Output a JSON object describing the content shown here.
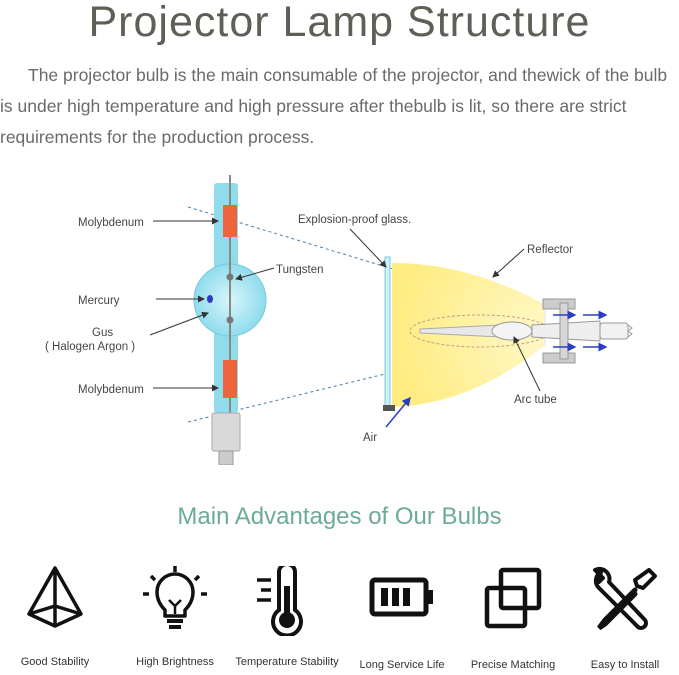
{
  "page": {
    "title": "Projector Lamp Structure",
    "intro": "The projector bulb is the main consumable of the projector, and thewick of the bulb is under high temperature and high pressure after thebulb is lit, so there are strict requirements for the production process."
  },
  "diagram": {
    "labels": {
      "molybdenum_top": "Molybdenum",
      "mercury": "Mercury",
      "gus": "Gus",
      "halogen_argon": "( Halogen  Argon )",
      "molybdenum_bottom": "Molybdenum",
      "tungsten": "Tungsten",
      "explosion_proof_glass": "Explosion-proof glass.",
      "reflector": "Reflector",
      "arc_tube": "Arc  tube",
      "air": "Air"
    },
    "colors": {
      "tube_blue": "#8fdcec",
      "electrode_red": "#f0643c",
      "reflector_yellow": "#fff19a",
      "mercury_dot": "#2a3fbf",
      "arrow_blue": "#2a3fbf"
    }
  },
  "advantages": {
    "title": "Main Advantages of Our Bulbs",
    "items": [
      {
        "label": "Good Stability",
        "icon": "pyramid-icon"
      },
      {
        "label": "High Brightness",
        "icon": "lightbulb-icon"
      },
      {
        "label": "Temperature Stability",
        "icon": "thermometer-icon"
      },
      {
        "label": "Long Service Life",
        "icon": "battery-icon"
      },
      {
        "label": "Precise Matching",
        "icon": "overlapping-squares-icon"
      },
      {
        "label": "Easy to Install",
        "icon": "tools-icon"
      }
    ]
  }
}
